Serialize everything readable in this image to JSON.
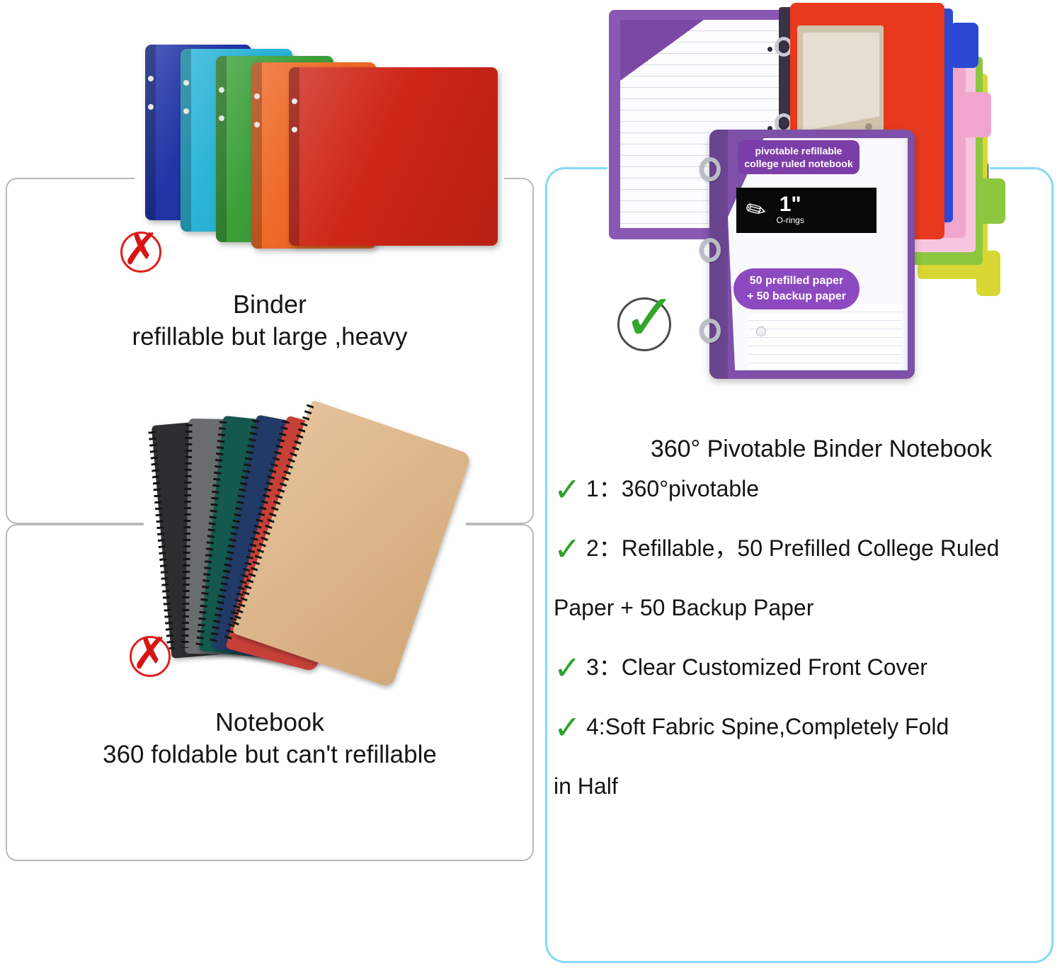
{
  "left_panels": {
    "binder": {
      "title": "Binder",
      "subtitle": "refillable but large ,heavy"
    },
    "notebook": {
      "title": "Notebook",
      "subtitle": "360 foldable but can't refillable"
    }
  },
  "right_panel": {
    "title": "360° Pivotable Binder Notebook",
    "features": [
      {
        "lines": [
          "1：360°pivotable"
        ]
      },
      {
        "lines": [
          "2：Refillable，50 Prefilled College Ruled",
          "Paper + 50 Backup Paper"
        ]
      },
      {
        "lines": [
          "3：Clear Customized Front Cover"
        ]
      },
      {
        "lines": [
          "4:Soft Fabric Spine,Completely Fold",
          "in Half"
        ]
      }
    ],
    "product": {
      "cover_label_line1": "pivotable refillable",
      "cover_label_line2": "college ruled notebook",
      "ring_size": "1\"",
      "ring_type": "O-rings",
      "bubble_line1": "50 prefilled paper",
      "bubble_line2": "+ 50 backup paper"
    }
  },
  "icons": {
    "cross": "✗",
    "check": "✓",
    "pen": "✎"
  },
  "colors": {
    "left_panel_border": "#b9b9b9",
    "right_panel_border": "#86d9f6",
    "cross_red": "#d91414",
    "check_green": "#2ea32b",
    "title_text": "#141414",
    "binder_colors": [
      "#2135a6",
      "#2ab4d8",
      "#3ca03a",
      "#ee6a27",
      "#ce2516"
    ],
    "notebook_colors": [
      "#2e2e30",
      "#6a6d70",
      "#14584e",
      "#223a68",
      "#c64038",
      "#dcb68d"
    ],
    "product_purple": "#7e50aa",
    "divider_colors": [
      "#e8391e",
      "#2b49d4",
      "#f0a6cc",
      "#8dc63f",
      "#d8d734",
      "#161616"
    ]
  }
}
